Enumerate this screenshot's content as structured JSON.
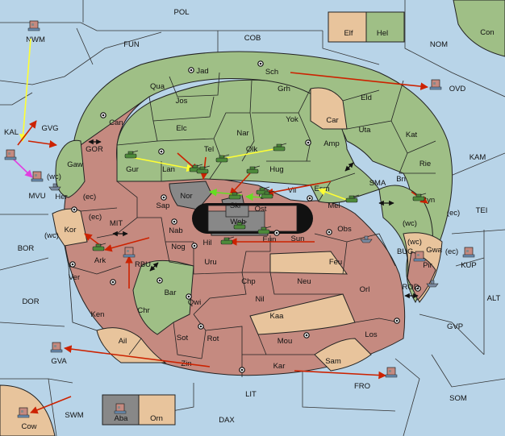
{
  "colors": {
    "sea": "#b8d4e8",
    "green": "#9fbf86",
    "red": "#c58a80",
    "tan": "#e8c49c",
    "dark": "#888888",
    "border": "#222222",
    "move_red": "#cc2200",
    "move_yellow": "#ffff33",
    "move_magenta": "#e040e0",
    "move_lime": "#66dd22"
  },
  "seas": [
    {
      "id": "pol",
      "label": "POL"
    },
    {
      "id": "fun",
      "label": "FUN"
    },
    {
      "id": "cob",
      "label": "COB"
    },
    {
      "id": "nom",
      "label": "NOM"
    },
    {
      "id": "con",
      "label": "Con"
    },
    {
      "id": "kam",
      "label": "KAM"
    },
    {
      "id": "tei",
      "label": "TEI"
    },
    {
      "id": "alt",
      "label": "ALT"
    },
    {
      "id": "gvp",
      "label": "GVP"
    },
    {
      "id": "som",
      "label": "SOM"
    },
    {
      "id": "fro",
      "label": "FRO"
    },
    {
      "id": "lit",
      "label": "LIT"
    },
    {
      "id": "dax",
      "label": "DAX"
    },
    {
      "id": "swm",
      "label": "SWM"
    },
    {
      "id": "dor",
      "label": "DOR"
    },
    {
      "id": "bor",
      "label": "BOR"
    },
    {
      "id": "gor",
      "label": "GOR"
    },
    {
      "id": "mit",
      "label": "MIT"
    },
    {
      "id": "sma",
      "label": "SMA"
    },
    {
      "id": "buc",
      "label": "BUC"
    },
    {
      "id": "rod",
      "label": "ROD"
    }
  ],
  "regions": [
    {
      "id": "jad",
      "label": "Jad",
      "owner": "green"
    },
    {
      "id": "sch",
      "label": "Sch",
      "owner": "green"
    },
    {
      "id": "qua",
      "label": "Qua",
      "owner": "green"
    },
    {
      "id": "jos",
      "label": "Jos",
      "owner": "green"
    },
    {
      "id": "grh",
      "label": "Grh",
      "owner": "green"
    },
    {
      "id": "can",
      "label": "Can",
      "owner": "green"
    },
    {
      "id": "elc",
      "label": "Elc",
      "owner": "green"
    },
    {
      "id": "nar",
      "label": "Nar",
      "owner": "green"
    },
    {
      "id": "yok",
      "label": "Yok",
      "owner": "green"
    },
    {
      "id": "car",
      "label": "Car",
      "owner": "tan"
    },
    {
      "id": "eld",
      "label": "Eld",
      "owner": "green"
    },
    {
      "id": "uta",
      "label": "Uta",
      "owner": "green"
    },
    {
      "id": "kat",
      "label": "Kat",
      "owner": "green"
    },
    {
      "id": "tel",
      "label": "Tel",
      "owner": "green"
    },
    {
      "id": "olk",
      "label": "Olk",
      "owner": "green"
    },
    {
      "id": "amp",
      "label": "Amp",
      "owner": "green"
    },
    {
      "id": "gur",
      "label": "Gur",
      "owner": "green"
    },
    {
      "id": "lan",
      "label": "Lan",
      "owner": "green"
    },
    {
      "id": "hug",
      "label": "Hug",
      "owner": "green"
    },
    {
      "id": "rie",
      "label": "Rie",
      "owner": "green"
    },
    {
      "id": "bri",
      "label": "Bri",
      "owner": "green"
    },
    {
      "id": "gaw",
      "label": "Gaw",
      "owner": "green"
    },
    {
      "id": "vil",
      "label": "Vil",
      "owner": "red"
    },
    {
      "id": "esm",
      "label": "Esm",
      "owner": "red"
    },
    {
      "id": "mel",
      "label": "Mel",
      "owner": "green"
    },
    {
      "id": "nor",
      "label": "Nor",
      "owner": "dark"
    },
    {
      "id": "skr",
      "label": "Skr",
      "owner": "dark"
    },
    {
      "id": "ost",
      "label": "Ost",
      "owner": "red"
    },
    {
      "id": "web",
      "label": "Web",
      "owner": "dark"
    },
    {
      "id": "her",
      "label": "Her",
      "owner": "red"
    },
    {
      "id": "sap",
      "label": "Sap",
      "owner": "red"
    },
    {
      "id": "byn",
      "label": "Byn",
      "owner": "green"
    },
    {
      "id": "kor",
      "label": "Kor",
      "owner": "tan"
    },
    {
      "id": "nab",
      "label": "Nab",
      "owner": "red"
    },
    {
      "id": "eun",
      "label": "Eun",
      "owner": "red"
    },
    {
      "id": "sun",
      "label": "Sun",
      "owner": "red"
    },
    {
      "id": "obs",
      "label": "Obs",
      "owner": "red"
    },
    {
      "id": "gwa",
      "label": "Gwa",
      "owner": "tan"
    },
    {
      "id": "hil",
      "label": "Hil",
      "owner": "red"
    },
    {
      "id": "nog",
      "label": "Nog",
      "owner": "red"
    },
    {
      "id": "ark",
      "label": "Ark",
      "owner": "red"
    },
    {
      "id": "uru",
      "label": "Uru",
      "owner": "red"
    },
    {
      "id": "feu",
      "label": "Feu",
      "owner": "tan"
    },
    {
      "id": "pir",
      "label": "Pir",
      "owner": "red"
    },
    {
      "id": "chp",
      "label": "Chp",
      "owner": "red"
    },
    {
      "id": "neu",
      "label": "Neu",
      "owner": "red"
    },
    {
      "id": "ver",
      "label": "Ver",
      "owner": "red"
    },
    {
      "id": "bar",
      "label": "Bar",
      "owner": "green"
    },
    {
      "id": "qwi",
      "label": "Qwi",
      "owner": "red"
    },
    {
      "id": "nil",
      "label": "Nil",
      "owner": "red"
    },
    {
      "id": "orl",
      "label": "Orl",
      "owner": "red"
    },
    {
      "id": "chr",
      "label": "Chr",
      "owner": "green"
    },
    {
      "id": "ken",
      "label": "Ken",
      "owner": "red"
    },
    {
      "id": "kaa",
      "label": "Kaa",
      "owner": "tan"
    },
    {
      "id": "ail",
      "label": "Ail",
      "owner": "tan"
    },
    {
      "id": "sot",
      "label": "Sot",
      "owner": "red"
    },
    {
      "id": "rot",
      "label": "Rot",
      "owner": "red"
    },
    {
      "id": "mou",
      "label": "Mou",
      "owner": "red"
    },
    {
      "id": "los",
      "label": "Los",
      "owner": "red"
    },
    {
      "id": "zin",
      "label": "Zin",
      "owner": "red"
    },
    {
      "id": "kar",
      "label": "Kar",
      "owner": "red"
    },
    {
      "id": "sam",
      "label": "Sam",
      "owner": "tan"
    }
  ],
  "home_boxes": [
    {
      "id": "elf",
      "label": "Elf",
      "owner": "tan"
    },
    {
      "id": "hel",
      "label": "Hel",
      "owner": "green"
    },
    {
      "id": "aba",
      "label": "Aba",
      "owner": "dark"
    },
    {
      "id": "orn",
      "label": "Orn",
      "owner": "tan"
    }
  ],
  "offmap": [
    {
      "id": "nwm",
      "label": "NWM"
    },
    {
      "id": "kal",
      "label": "KAL"
    },
    {
      "id": "gvg",
      "label": "GVG"
    },
    {
      "id": "mvu",
      "label": "MVU"
    },
    {
      "id": "ovd",
      "label": "OVD"
    },
    {
      "id": "kup",
      "label": "KUP"
    },
    {
      "id": "gva",
      "label": "GVA"
    },
    {
      "id": "cow",
      "label": "Cow"
    },
    {
      "id": "rbu",
      "label": "RBU"
    }
  ],
  "coast_tags": [
    {
      "id": "mvu-wc",
      "label": "(wc)"
    },
    {
      "id": "her-ec",
      "label": "(ec)"
    },
    {
      "id": "kor-ec",
      "label": "(ec)"
    },
    {
      "id": "kor-wc",
      "label": "(wc)"
    },
    {
      "id": "byn-wc",
      "label": "(wc)"
    },
    {
      "id": "byn-ec",
      "label": "(ec)"
    },
    {
      "id": "gwa-wc",
      "label": "(wc)"
    },
    {
      "id": "gwa-ec",
      "label": "(ec)"
    }
  ]
}
